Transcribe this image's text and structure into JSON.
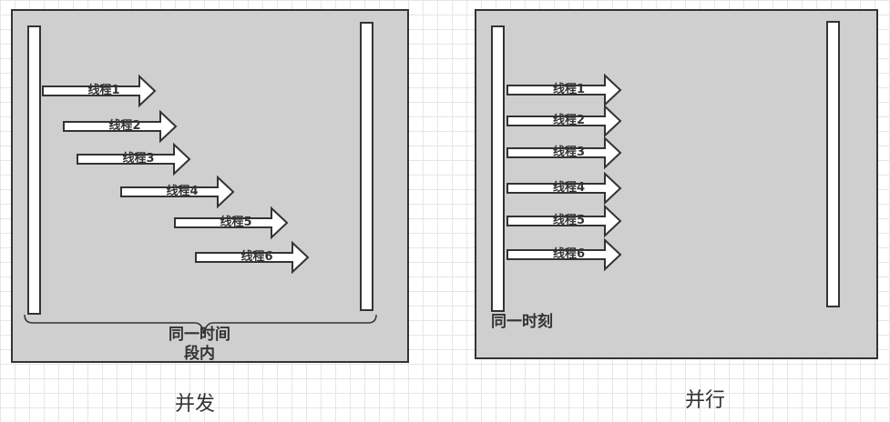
{
  "panels": [
    {
      "id": "concurrent",
      "caption": "并发",
      "note": "同一时间段内",
      "threads": [
        "线程1",
        "线程2",
        "线程3",
        "线程4",
        "线程5",
        "线程6"
      ]
    },
    {
      "id": "parallel",
      "caption": "并行",
      "note": "同一时刻",
      "threads": [
        "线程1",
        "线程2",
        "线程3",
        "线程4",
        "线程5",
        "线程6"
      ]
    }
  ],
  "colors": {
    "panel_bg": "#cfcfcf",
    "stroke": "#333333",
    "arrow_fill": "#ffffff"
  }
}
